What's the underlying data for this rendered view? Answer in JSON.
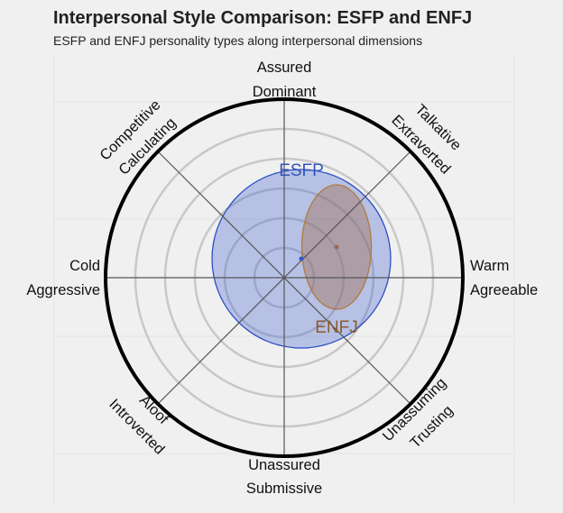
{
  "title": "Interpersonal Style Comparison: ESFP and ENFJ",
  "subtitle": "ESFP and ENFJ personality types along interpersonal dimensions",
  "chart_data": {
    "type": "scatter",
    "title": "Interpersonal Style Comparison: ESFP and ENFJ",
    "subtitle": "ESFP and ENFJ personality types along interpersonal dimensions",
    "description": "Interpersonal circumplex with ellipses representing each type's region",
    "axes": {
      "top": [
        "Assured",
        "Dominant"
      ],
      "top_right": [
        "Talkative",
        "Extraverted"
      ],
      "right": [
        "Warm",
        "Agreeable"
      ],
      "bottom_right": [
        "Unassuming",
        "Trusting"
      ],
      "bottom": [
        "Unassured",
        "Submissive"
      ],
      "bottom_left": [
        "Aloof",
        "Introverted"
      ],
      "left": [
        "Cold",
        "Aggressive"
      ],
      "top_left": [
        "Competitive",
        "Calculating"
      ]
    },
    "rings": 5,
    "series": [
      {
        "name": "ESFP",
        "color": "#3355cc",
        "center": [
          0.1,
          0.11
        ],
        "radius_x": 0.5,
        "radius_y": 0.5
      },
      {
        "name": "ENFJ",
        "color": "#8b5a2b",
        "center": [
          0.29,
          0.18
        ],
        "radius_x": 0.19,
        "radius_y": 0.35
      }
    ],
    "xlim": [
      -1,
      1
    ],
    "ylim": [
      -1,
      1
    ],
    "grid": true,
    "legend": "inline labels"
  },
  "labels": {
    "top1": "Assured",
    "top2": "Dominant",
    "bottom1": "Unassured",
    "bottom2": "Submissive",
    "left1": "Cold",
    "left2": "Aggressive",
    "right1": "Warm",
    "right2": "Agreeable",
    "tl1": "Competitive",
    "tl2": "Calculating",
    "tr1": "Talkative",
    "tr2": "Extraverted",
    "bl1": "Aloof",
    "bl2": "Introverted",
    "br1": "Unassuming",
    "br2": "Trusting",
    "esfp": "ESFP",
    "enfj": "ENFJ"
  }
}
